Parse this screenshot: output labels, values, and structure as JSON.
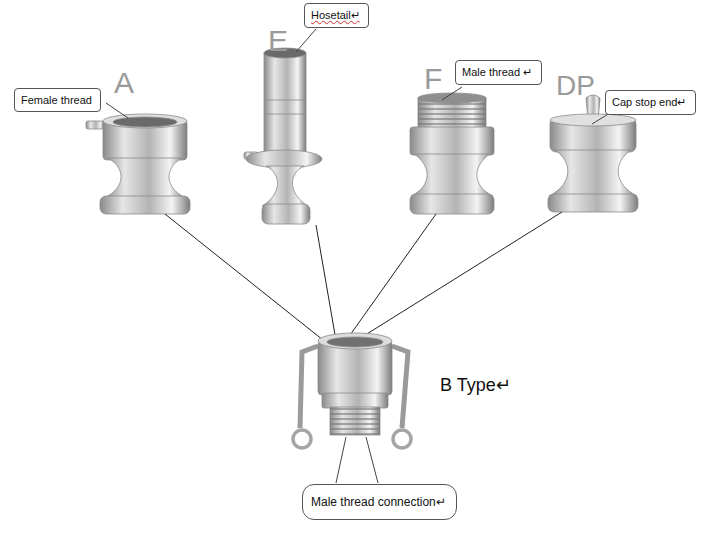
{
  "diagram": {
    "nodes": [
      {
        "text": [
          "Female thread"
        ]
      },
      {
        "text": [
          "Hosetail↵"
        ]
      },
      {
        "text": [
          "Male thread ↵"
        ]
      },
      {
        "text": [
          "Cap stop end↵"
        ]
      },
      {
        "text": [
          "Male thread connection↵"
        ]
      }
    ],
    "labels": [
      "A",
      "E",
      "F",
      "DP",
      "B Type↵"
    ]
  }
}
